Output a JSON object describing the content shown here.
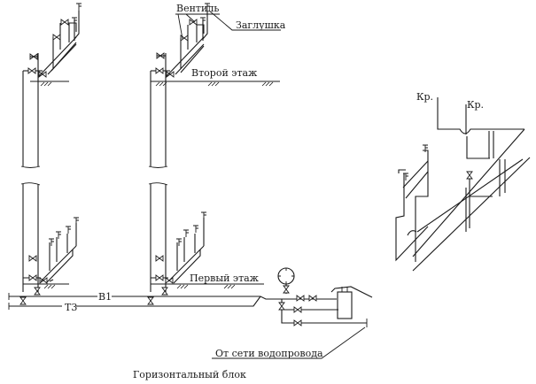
{
  "diagram": {
    "title": "Горизонтальный блок",
    "labels": {
      "valve": "Вентиль",
      "plug": "Заглушка",
      "second_floor": "Второй этаж",
      "first_floor": "Первый этаж",
      "from_network": "От сети водопровода",
      "b1": "В1",
      "t3": "Т3",
      "kr_left": "Кр.",
      "kr_right": "Кр."
    },
    "components": {
      "risers": [
        "riser-1",
        "riser-2"
      ],
      "floors": [
        "second-floor",
        "first-floor"
      ],
      "mains": [
        "B1 cold water main",
        "T3 hot water main"
      ],
      "equipment": [
        "pressure-gauge",
        "water-heater",
        "valves"
      ],
      "detail": "isometric-riser-detail"
    },
    "colors": {
      "ink": "#1a1a1a",
      "background": "#ffffff"
    }
  }
}
